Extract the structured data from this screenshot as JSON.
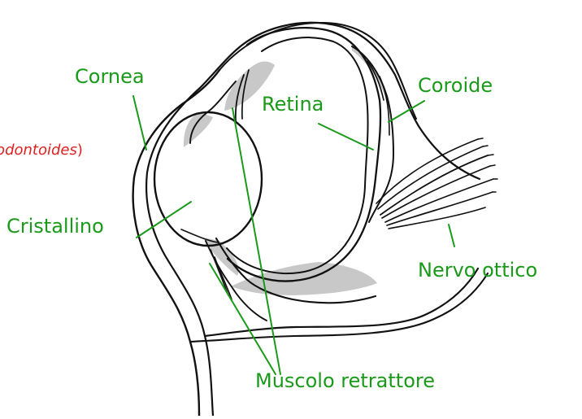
{
  "labels": {
    "cornea": "Cornea",
    "retina": "Retina",
    "coroide": "Coroide",
    "cristallino": "Cristallino",
    "nervo_ottico": "Nervo ottico",
    "muscolo_retrattore": "Muscolo retrattore",
    "species_fragment": "todontoides",
    "species_close": ")"
  },
  "colors": {
    "label_text": "#1a9a1a",
    "leader_line": "#1a9a1a",
    "species_text": "#e02020",
    "drawing_ink": "#111111",
    "grey_fill": "#c8c8c8",
    "background": "#ffffff"
  }
}
